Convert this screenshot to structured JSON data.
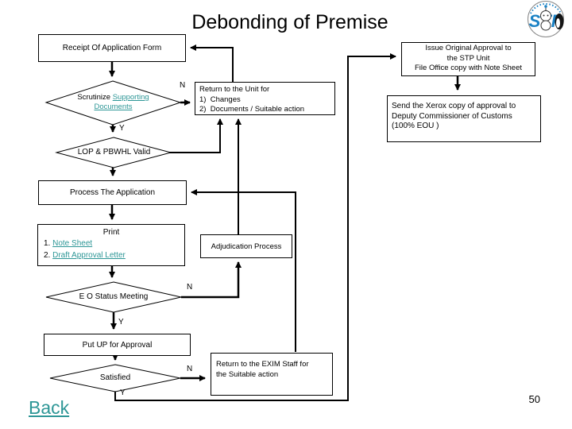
{
  "title": "Debonding of Premise",
  "page_number": "50",
  "back_link": "Back",
  "logo": {
    "text": "STP"
  },
  "colors": {
    "link_teal": "#2D9696",
    "logo_blue": "#1B82C5",
    "line_black": "#000000"
  },
  "labels": {
    "n_scrutinize": "N",
    "y_scrutinize": "Y",
    "n_eo_status": "N",
    "y_eo_status": "Y",
    "n_satisfied": "N",
    "y_satisfied": "Y"
  },
  "nodes": {
    "receipt": {
      "label": "Receipt Of Application Form"
    },
    "scrutinize": {
      "text": "Scrutinize ",
      "link": "Supporting Documents"
    },
    "return_unit": {
      "line1": "Return to the Unit for",
      "line2": "1)  Changes",
      "line3": "2)  Documents / Suitable action"
    },
    "issue_approval": {
      "line1": "Issue Original Approval to",
      "line2": "the STP Unit",
      "line3": "File Office copy with Note Sheet"
    },
    "send_xerox": {
      "line1": "Send the Xerox copy of approval to",
      "line2": "Deputy Commissioner of Customs",
      "line3": "(100% EOU )"
    },
    "lop": {
      "label": "LOP & PBWHL Valid"
    },
    "process_app": {
      "label": "Process The Application"
    },
    "print": {
      "title": "Print",
      "item1_num": "1. ",
      "item1_link": "Note Sheet",
      "item2_num": "2. ",
      "item2_link": "Draft Approval Letter"
    },
    "adjudication": {
      "label": "Adjudication Process"
    },
    "eo_status": {
      "label": "E O Status Meeting"
    },
    "put_up": {
      "label": "Put UP for Approval"
    },
    "satisfied": {
      "label": "Satisfied"
    },
    "return_exim": {
      "line1": "Return to the EXIM Staff for",
      "line2": "the Suitable action"
    }
  }
}
